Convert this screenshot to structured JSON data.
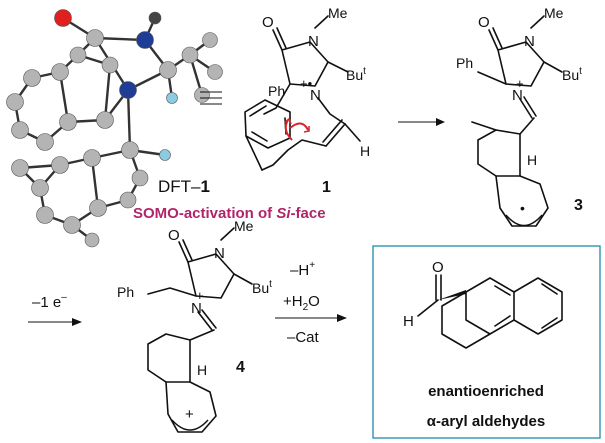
{
  "scheme": {
    "dft_label": {
      "prefix": "DFT–",
      "number": "1"
    },
    "activation_caption": {
      "text": "SOMO-activation of ",
      "face": "Si",
      "suffix": "-face"
    },
    "compounds": {
      "c1": {
        "number": "1",
        "O": "O",
        "N_upper": "N",
        "Me": "Me",
        "N_lower": "N",
        "charge": "+•",
        "Ph": "Ph",
        "But": "Bu",
        "But_sup": "t",
        "H": "H"
      },
      "c3": {
        "number": "3",
        "O": "O",
        "N_upper": "N",
        "Me": "Me",
        "N_lower": "N",
        "charge": "+",
        "Ph": "Ph",
        "But": "Bu",
        "But_sup": "t",
        "H": "H",
        "radical": "•"
      },
      "c4": {
        "number": "4",
        "O": "O",
        "N_upper": "N",
        "Me": "Me",
        "N_lower": "N",
        "charge": "+",
        "Ph": "Ph",
        "But": "Bu",
        "But_sup": "t",
        "H": "H",
        "cation": "+"
      }
    },
    "arrow_oxidation": {
      "label": "–1 e",
      "label_sup": "–"
    },
    "arrow_final": {
      "line1": "–H",
      "line1_sup": "+",
      "line2": "+H",
      "line2_sub": "2",
      "line2_end": "O",
      "line3": "–Cat"
    },
    "product": {
      "O": "O",
      "H": "H",
      "line1": "enantioenriched",
      "line2": "α-aryl aldehydes"
    },
    "colors": {
      "oxygen": "#e0201f",
      "nitrogen": "#1f3d96",
      "fluorine": "#8ccbe3",
      "carbon": "#b4b4b4",
      "caption": "#b0256a",
      "arrow_red": "#d6262b",
      "box_border": "#2f93b3"
    }
  }
}
